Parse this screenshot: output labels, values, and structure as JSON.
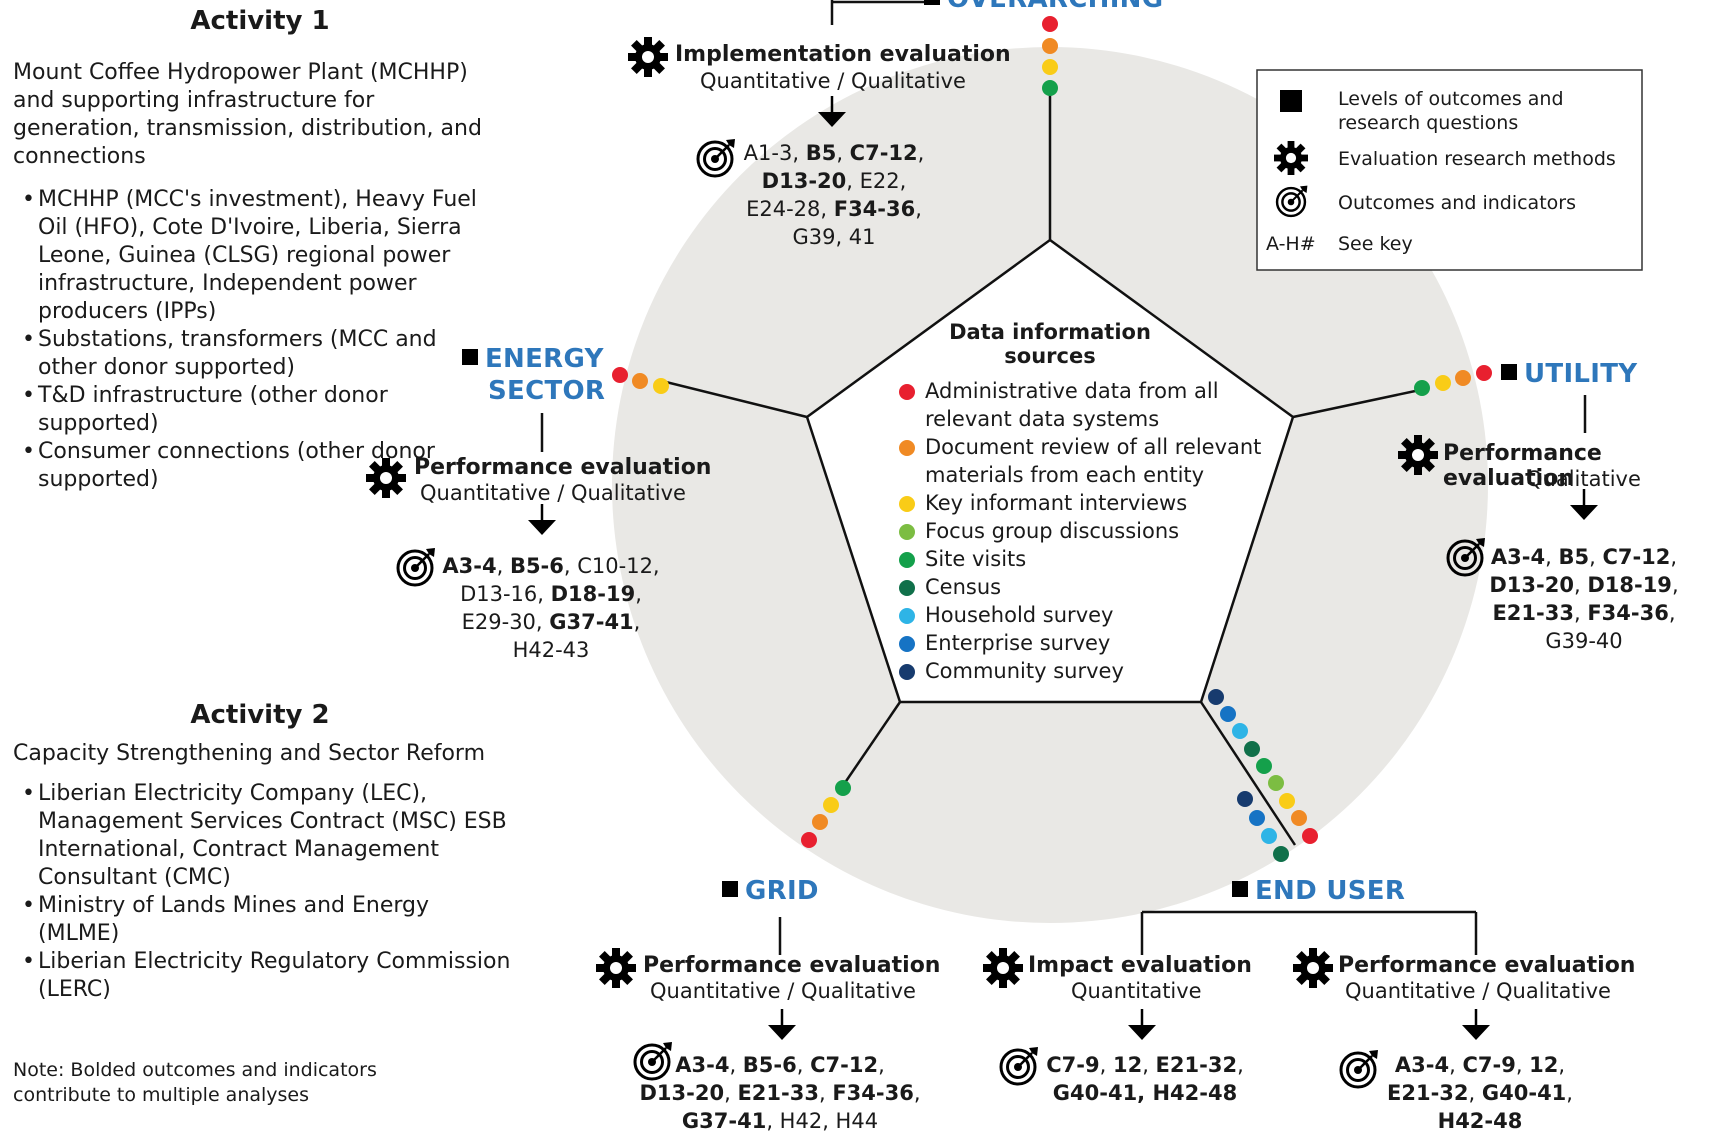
{
  "activity1": {
    "heading": "Activity 1",
    "description": "Mount Coffee Hydropower Plant (MCHHP) and supporting infrastructure for generation, transmission, distribution, and connections",
    "bullets": [
      "MCHHP (MCC's investment), Heavy Fuel Oil (HFO), Cote D'Ivoire, Liberia, Sierra Leone, Guinea (CLSG) regional power infrastructure, Independent power producers (IPPs)",
      "Substations, transformers (MCC and other donor supported)",
      "T&D infrastructure (other donor supported)",
      "Consumer connections (other donor supported)"
    ]
  },
  "activity2": {
    "heading": "Activity 2",
    "description": "Capacity Strengthening and Sector Reform",
    "bullets": [
      "Liberian Electricity Company (LEC), Management Services Contract (MSC) ESB International, Contract Management Consultant (CMC)",
      "Ministry of Lands Mines and Energy (MLME)",
      "Liberian Electricity Regulatory Commission (LERC)"
    ]
  },
  "note": "Note: Bolded outcomes and indicators contribute to multiple analyses",
  "legend": {
    "levels": "Levels of outcomes and research questions",
    "methods": "Evaluation research methods",
    "outcomes": "Outcomes and indicators",
    "key_symbol": "A-H#",
    "key_text": "See key"
  },
  "center": {
    "title": "Data information sources",
    "sources": [
      {
        "label": "Administrative data from all relevant data systems",
        "color": "#e8202f"
      },
      {
        "label": "Document review of all relevant materials from each entity",
        "color": "#f08a24"
      },
      {
        "label": "Key informant interviews",
        "color": "#f9cc17"
      },
      {
        "label": "Focus group discussions",
        "color": "#7cbd42"
      },
      {
        "label": "Site visits",
        "color": "#14a04b"
      },
      {
        "label": "Census",
        "color": "#10704a"
      },
      {
        "label": "Household survey",
        "color": "#2eb4e6"
      },
      {
        "label": "Enterprise survey",
        "color": "#1673c4"
      },
      {
        "label": "Community survey",
        "color": "#173b6e"
      }
    ]
  },
  "levels": {
    "overarching": {
      "label": "OVERARCHING",
      "method": "Implementation evaluation",
      "method_type": "Quantitative / Qualitative",
      "outcomes": [
        [
          [
            "A1-3, ",
            false
          ],
          [
            "B5",
            true
          ],
          [
            ", ",
            false
          ],
          [
            "C7-12",
            true
          ],
          [
            ",",
            false
          ]
        ],
        [
          [
            "D13-20",
            true
          ],
          [
            ", E22,",
            false
          ]
        ],
        [
          [
            "E24-28, ",
            false
          ],
          [
            "F34-36",
            true
          ],
          [
            ",",
            false
          ]
        ],
        [
          [
            "G39, 41",
            false
          ]
        ]
      ]
    },
    "energy_sector": {
      "label_line1": "ENERGY",
      "label_line2": "SECTOR",
      "method": "Performance evaluation",
      "method_type": "Quantitative / Qualitative",
      "outcomes": [
        [
          [
            "A3-4",
            true
          ],
          [
            ", ",
            false
          ],
          [
            "B5-6",
            true
          ],
          [
            ", C10-12,",
            false
          ]
        ],
        [
          [
            "D13-16, ",
            false
          ],
          [
            "D18-19",
            true
          ],
          [
            ",",
            false
          ]
        ],
        [
          [
            "E29-30, ",
            false
          ],
          [
            "G37-41",
            true
          ],
          [
            ",",
            false
          ]
        ],
        [
          [
            "H42-43",
            false
          ]
        ]
      ]
    },
    "utility": {
      "label": "UTILITY",
      "method": "Performance evaluation",
      "method_type": "Qualitative",
      "outcomes": [
        [
          [
            "A3-4",
            true
          ],
          [
            ", ",
            false
          ],
          [
            "B5",
            true
          ],
          [
            ", ",
            false
          ],
          [
            "C7-12",
            true
          ],
          [
            ",",
            false
          ]
        ],
        [
          [
            "D13-20",
            true
          ],
          [
            ", ",
            false
          ],
          [
            "D18-19",
            true
          ],
          [
            ",",
            false
          ]
        ],
        [
          [
            "E21-33",
            true
          ],
          [
            ", ",
            false
          ],
          [
            "F34-36",
            true
          ],
          [
            ",",
            false
          ]
        ],
        [
          [
            "G39-40",
            false
          ]
        ]
      ]
    },
    "grid": {
      "label": "GRID",
      "method": "Performance evaluation",
      "method_type": "Quantitative / Qualitative",
      "outcomes": [
        [
          [
            "A3-4",
            true
          ],
          [
            ", ",
            false
          ],
          [
            "B5-6",
            true
          ],
          [
            ", ",
            false
          ],
          [
            "C7-12",
            true
          ],
          [
            ",",
            false
          ]
        ],
        [
          [
            "D13-20",
            true
          ],
          [
            ", ",
            false
          ],
          [
            "E21-33",
            true
          ],
          [
            ", ",
            false
          ],
          [
            "F34-36",
            true
          ],
          [
            ",",
            false
          ]
        ],
        [
          [
            "G37-41",
            true
          ],
          [
            ", H42, H44",
            false
          ]
        ]
      ]
    },
    "end_user": {
      "label": "END USER",
      "impact": {
        "method": "Impact evaluation",
        "method_type": "Quantitative",
        "outcomes": [
          [
            [
              "C7-9",
              true
            ],
            [
              ", ",
              false
            ],
            [
              "12",
              true
            ],
            [
              ", ",
              false
            ],
            [
              "E21-32",
              true
            ],
            [
              ",",
              false
            ]
          ],
          [
            [
              "G40-41, H42-48",
              true
            ]
          ]
        ]
      },
      "performance": {
        "method": "Performance evaluation",
        "method_type": "Quantitative / Qualitative",
        "outcomes": [
          [
            [
              "A3-4",
              true
            ],
            [
              ", ",
              false
            ],
            [
              "C7-9",
              true
            ],
            [
              ", ",
              false
            ],
            [
              "12",
              true
            ],
            [
              ",",
              false
            ]
          ],
          [
            [
              "E21-32",
              true
            ],
            [
              ", ",
              false
            ],
            [
              "G40-41",
              true
            ],
            [
              ",",
              false
            ]
          ],
          [
            [
              "H42-48",
              true
            ]
          ]
        ]
      }
    }
  }
}
